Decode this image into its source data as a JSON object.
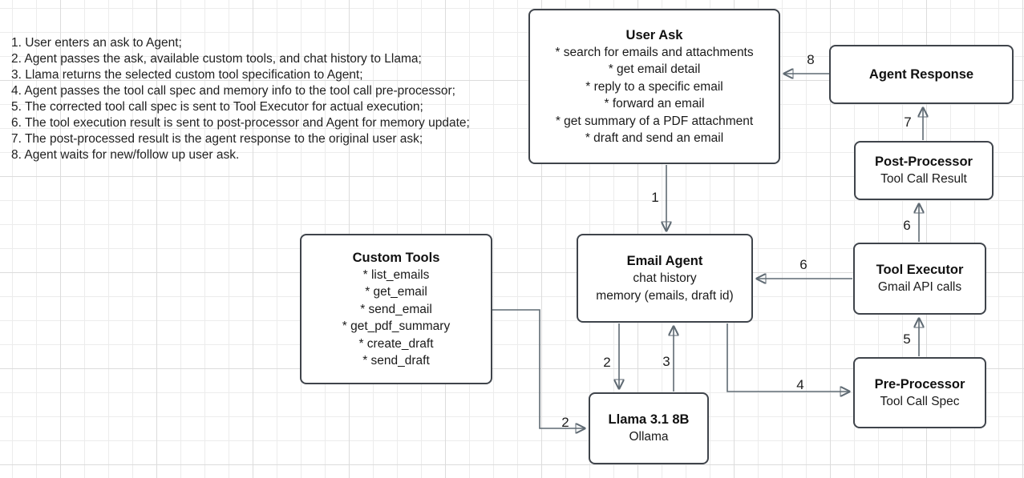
{
  "steps": {
    "lines": [
      "1. User enters an ask to Agent;",
      "2. Agent passes the ask, available custom tools, and chat history to Llama;",
      "3. Llama returns the selected custom tool specification to Agent;",
      "4. Agent passes the tool call spec and memory info to the tool call pre-processor;",
      "5. The corrected tool call spec is sent to Tool Executor for actual execution;",
      "6. The tool execution result is sent to post-processor and Agent for memory update;",
      "7. The post-processed result is the agent response to the original user ask;",
      "8. Agent waits for new/follow up user ask."
    ]
  },
  "boxes": {
    "user_ask": {
      "title": "User Ask",
      "items": [
        "* search for emails and attachments",
        "* get email detail",
        "* reply to a specific email",
        "* forward an email",
        "* get summary of a PDF attachment",
        "* draft and send an email"
      ]
    },
    "agent_response": {
      "title": "Agent Response"
    },
    "post_processor": {
      "title": "Post-Processor",
      "subtitle": "Tool Call Result"
    },
    "tool_executor": {
      "title": "Tool Executor",
      "subtitle": "Gmail API calls"
    },
    "pre_processor": {
      "title": "Pre-Processor",
      "subtitle": "Tool Call Spec"
    },
    "email_agent": {
      "title": "Email Agent",
      "lines": [
        "chat history",
        "memory (emails, draft id)"
      ]
    },
    "custom_tools": {
      "title": "Custom Tools",
      "items": [
        "* list_emails",
        "* get_email",
        "* send_email",
        "* get_pdf_summary",
        "* create_draft",
        "* send_draft"
      ]
    },
    "llama": {
      "title": "Llama 3.1 8B",
      "subtitle": "Ollama"
    }
  },
  "edge_labels": {
    "user_ask_to_email_agent": "1",
    "email_agent_to_llama": "2",
    "custom_tools_to_llama": "2",
    "llama_to_email_agent": "3",
    "email_agent_to_pre_processor": "4",
    "pre_processor_to_tool_executor": "5",
    "tool_executor_to_email_agent": "6",
    "tool_executor_to_post_processor": "6",
    "post_processor_to_agent_response": "7",
    "agent_response_to_user_ask": "8"
  },
  "colors": {
    "box_border": "#3f444b",
    "connector": "#5f6a73",
    "arrowhead": "#3f444b",
    "grid_minor": "#ececec",
    "grid_major": "#dcdcdc",
    "text": "#1a1a1a",
    "background": "#ffffff"
  }
}
